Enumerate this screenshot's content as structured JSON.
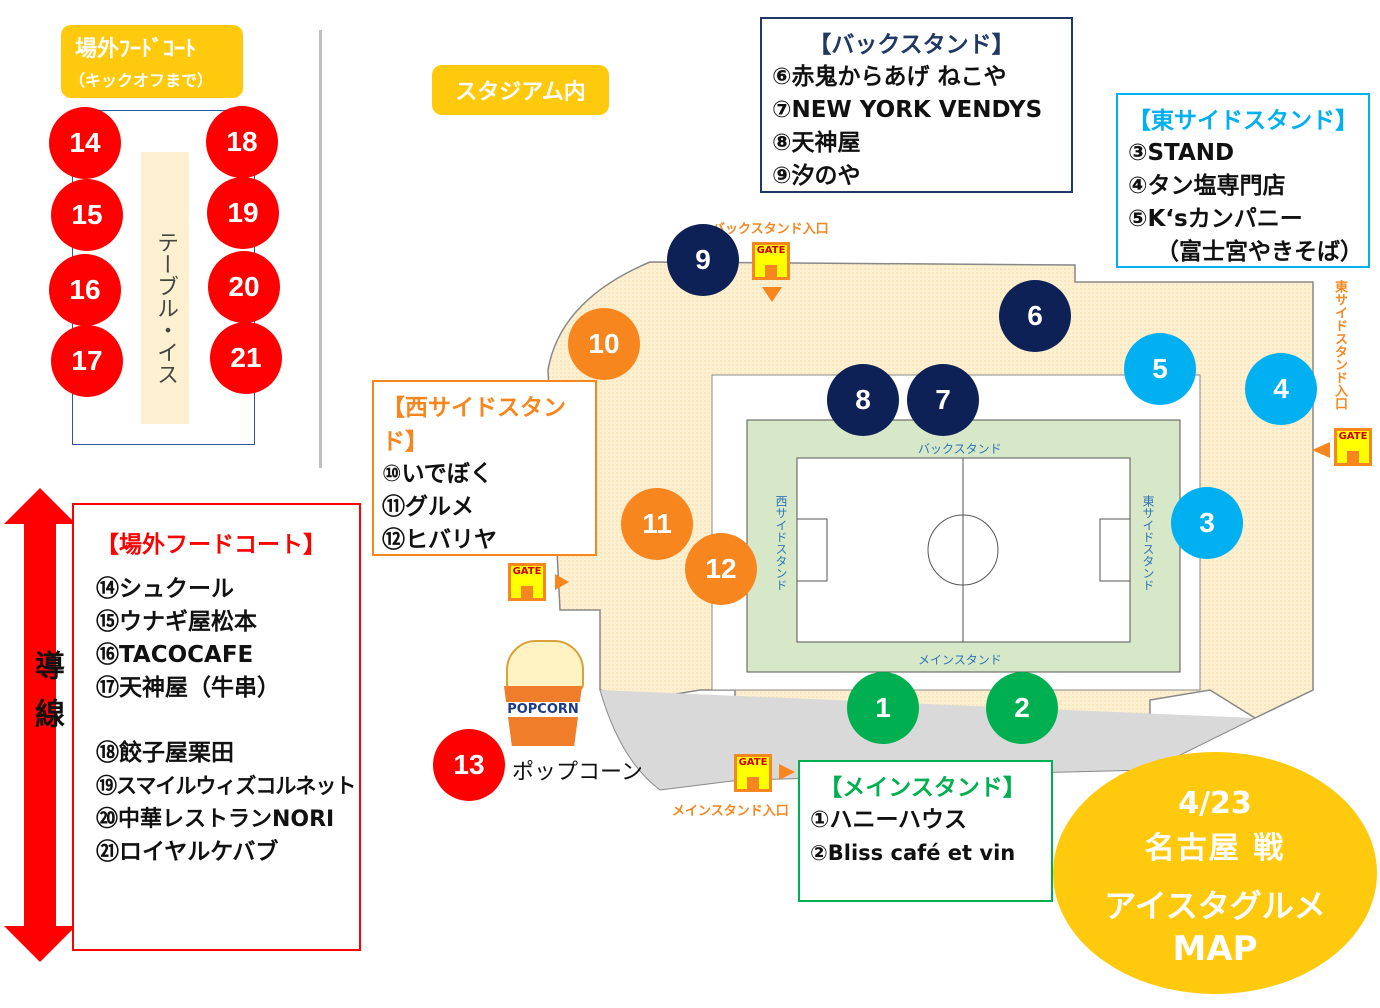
{
  "outside_label": {
    "line1": "場外ﾌｰﾄﾞｺｰﾄ",
    "line2": "（キックオフまで）"
  },
  "table_label": "テーブル・イス",
  "stadium_label": "スタジアム内",
  "flow_label": "導線",
  "pins": {
    "p1": "1",
    "p2": "2",
    "p3": "3",
    "p4": "4",
    "p5": "5",
    "p6": "6",
    "p7": "7",
    "p8": "8",
    "p9": "9",
    "p10": "10",
    "p11": "11",
    "p12": "12",
    "p13": "13",
    "p14": "14",
    "p15": "15",
    "p16": "16",
    "p17": "17",
    "p18": "18",
    "p19": "19",
    "p20": "20",
    "p21": "21"
  },
  "back_stand": {
    "title": "【バックスタンド】",
    "items": [
      "⑥赤鬼からあげ ねこや",
      "⑦NEW YORK VENDYS",
      "⑧天神屋",
      "⑨汐のや"
    ]
  },
  "east_stand": {
    "title": "【東サイドスタンド】",
    "items": [
      "③STAND",
      "④タン塩専門店",
      "⑤K‘sカンパニー",
      "（富士宮やきそば）"
    ]
  },
  "west_stand": {
    "title": "【西サイドスタンド】",
    "items": [
      "⑩いでぼく",
      "⑪グルメ",
      "⑫ヒバリヤ"
    ]
  },
  "main_stand": {
    "title": "【メインスタンド】",
    "items": [
      "①ハニーハウス",
      "②Bliss café et vin"
    ]
  },
  "outside_court": {
    "title": "【場外フードコート】",
    "items": [
      "⑭シュクール",
      "⑮ウナギ屋松本",
      "⑯TACOCAFE",
      "⑰天神屋（牛串）",
      "⑱餃子屋栗田",
      "⑲スマイルウィズコルネット",
      "⑳中華レストランNORI",
      "㉑ロイヤルケバブ"
    ]
  },
  "popcorn": {
    "logo": "POPCORN",
    "label": "ポップコーン"
  },
  "map_labels": {
    "back_entrance": "バックスタンド入口",
    "east_entrance": "東サイドスタンド入口",
    "main_entrance": "メインスタンド入口",
    "gate": "GATE",
    "field_back": "バックスタンド",
    "field_main": "メインスタンド",
    "field_west": "西サイドスタンド",
    "field_east": "東サイドスタンド"
  },
  "badge": {
    "date": "4/23",
    "match": "名古屋 戦",
    "title1": "アイスタグルメ",
    "title2": "MAP"
  }
}
